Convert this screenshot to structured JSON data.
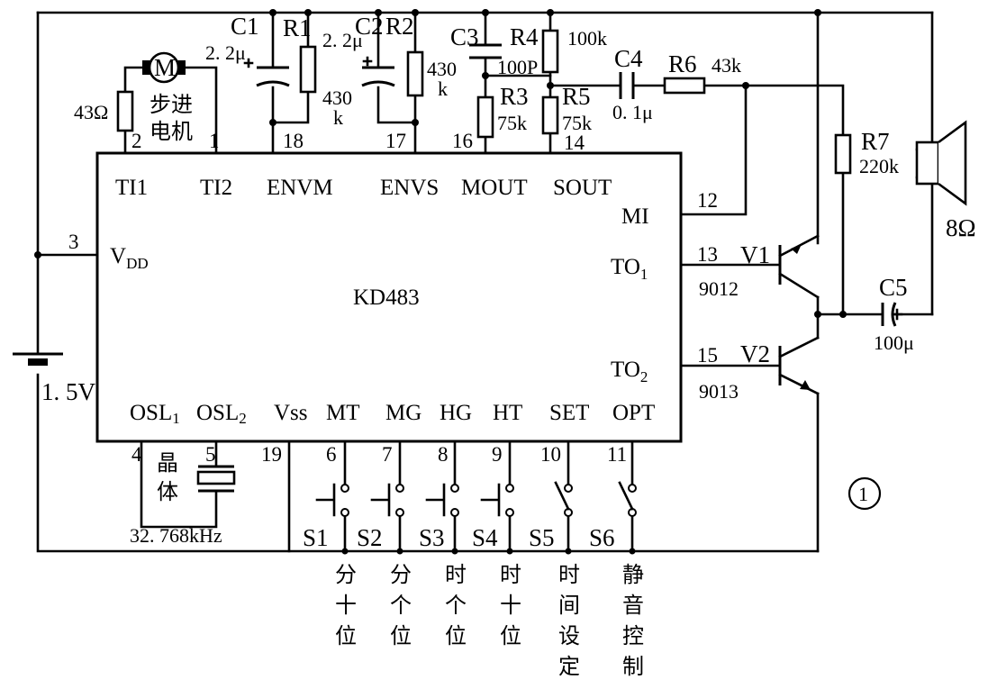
{
  "chip": {
    "name": "KD483",
    "pins_top": [
      "TI1",
      "TI2",
      "ENVM",
      "ENVS",
      "MOUT",
      "SOUT"
    ],
    "pin_mi": "MI",
    "pin_vdd": "V",
    "pin_vdd_sub": "DD",
    "pin_to1": "TO",
    "pin_to1_sub": "1",
    "pin_to2": "TO",
    "pin_to2_sub": "2",
    "osl1": "OSL",
    "osl1_sub": "1",
    "osl2": "OSL",
    "osl2_sub": "2",
    "pins_bottom": [
      "Vss",
      "MT",
      "MG",
      "HG",
      "HT",
      "SET",
      "OPT"
    ],
    "pin_numbers": {
      "p1": "1",
      "p2": "2",
      "p3": "3",
      "p4": "4",
      "p5": "5",
      "p6": "6",
      "p7": "7",
      "p8": "8",
      "p9": "9",
      "p10": "10",
      "p11": "11",
      "p12": "12",
      "p13": "13",
      "p14": "14",
      "p15": "15",
      "p16": "16",
      "p17": "17",
      "p18": "18",
      "p19": "19"
    }
  },
  "components": {
    "c1": {
      "name": "C1",
      "value": "2. 2μ"
    },
    "r1": {
      "name": "R1",
      "value_a": "430",
      "value_b": "k"
    },
    "c2": {
      "name": "C2",
      "value": "2. 2μ"
    },
    "r2": {
      "name": "R2",
      "value_a": "430",
      "value_b": "k"
    },
    "c3": {
      "name": "C3",
      "value": "100P"
    },
    "r4": {
      "name": "R4",
      "value": "100k"
    },
    "r3": {
      "name": "R3",
      "value": "75k"
    },
    "r5": {
      "name": "R5",
      "value": "75k"
    },
    "c4": {
      "name": "C4",
      "value": "0. 1μ"
    },
    "r6": {
      "name": "R6",
      "value": "43k"
    },
    "r7": {
      "name": "R7",
      "value": "220k"
    },
    "c5": {
      "name": "C5",
      "value": "100μ"
    },
    "v1": {
      "name": "V1",
      "value": "9012"
    },
    "v2": {
      "name": "V2",
      "value": "9013"
    },
    "speaker": {
      "value": "8Ω"
    },
    "motor": {
      "symbol": "M",
      "label_1": "步进",
      "label_2": "电机",
      "resistor": "43Ω"
    },
    "battery": {
      "value": "1. 5V"
    },
    "crystal": {
      "label_1": "晶",
      "label_2": "体",
      "freq": "32. 768kHz"
    }
  },
  "switches": [
    {
      "name": "S1",
      "function": [
        "分",
        "十",
        "位"
      ]
    },
    {
      "name": "S2",
      "function": [
        "分",
        "个",
        "位"
      ]
    },
    {
      "name": "S3",
      "function": [
        "时",
        "个",
        "位"
      ]
    },
    {
      "name": "S4",
      "function": [
        "时",
        "十",
        "位"
      ]
    },
    {
      "name": "S5",
      "function": [
        "时",
        "间",
        "设",
        "定"
      ]
    },
    {
      "name": "S6",
      "function": [
        "静",
        "音",
        "控",
        "制"
      ]
    }
  ],
  "figure_number": "1"
}
